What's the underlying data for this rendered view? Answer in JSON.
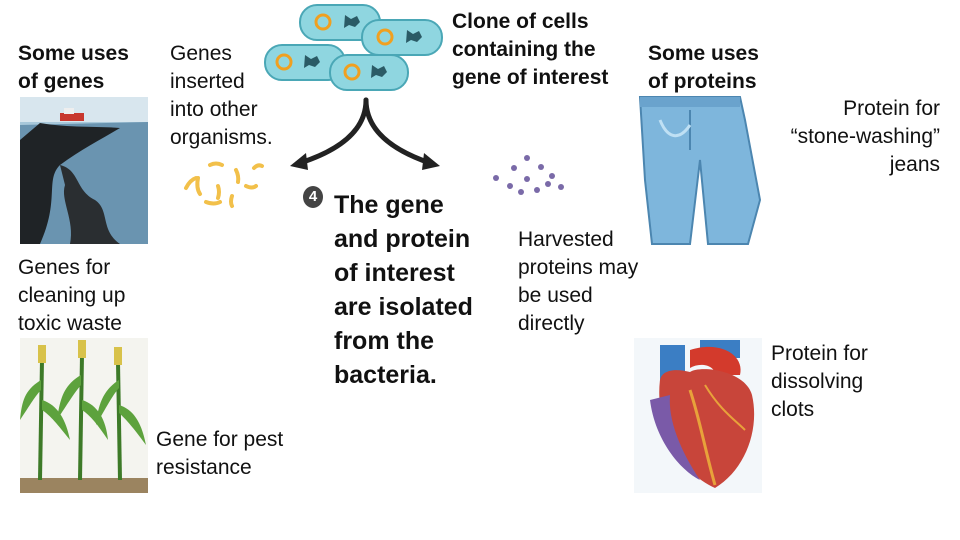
{
  "labels": {
    "uses_genes": "Some uses\nof genes",
    "genes_inserted": "Genes\ninserted\ninto other\norganisms.",
    "clone_cells": "Clone of cells\ncontaining the\ngene of interest",
    "uses_proteins": "Some uses\nof proteins",
    "protein_stone": "Protein for\n“stone-washing”\njeans",
    "step_number": "4",
    "step_text": "The gene\nand protein\nof interest\nare isolated\nfrom the\nbacteria.",
    "harvested": "Harvested\nproteins may\nbe used\ndirectly",
    "genes_cleaning": "Genes for\ncleaning up\ntoxic waste",
    "protein_clots": "Protein for\ndissolving\nclots",
    "gene_pest": "Gene for pest\nresistance"
  },
  "colors": {
    "bacteria_fill": "#8fd6e0",
    "plasmid": "#f0a020",
    "protein_dot": "#7a6aa8",
    "gene_piece": "#f2c04a",
    "arrow": "#222222"
  },
  "icons": [
    "bacterium-icon",
    "plasmid-icon",
    "gene-fragment-icon",
    "protein-dot-icon",
    "arrow-icon",
    "oil-spill-icon",
    "corn-plant-icon",
    "jeans-icon",
    "heart-icon"
  ]
}
